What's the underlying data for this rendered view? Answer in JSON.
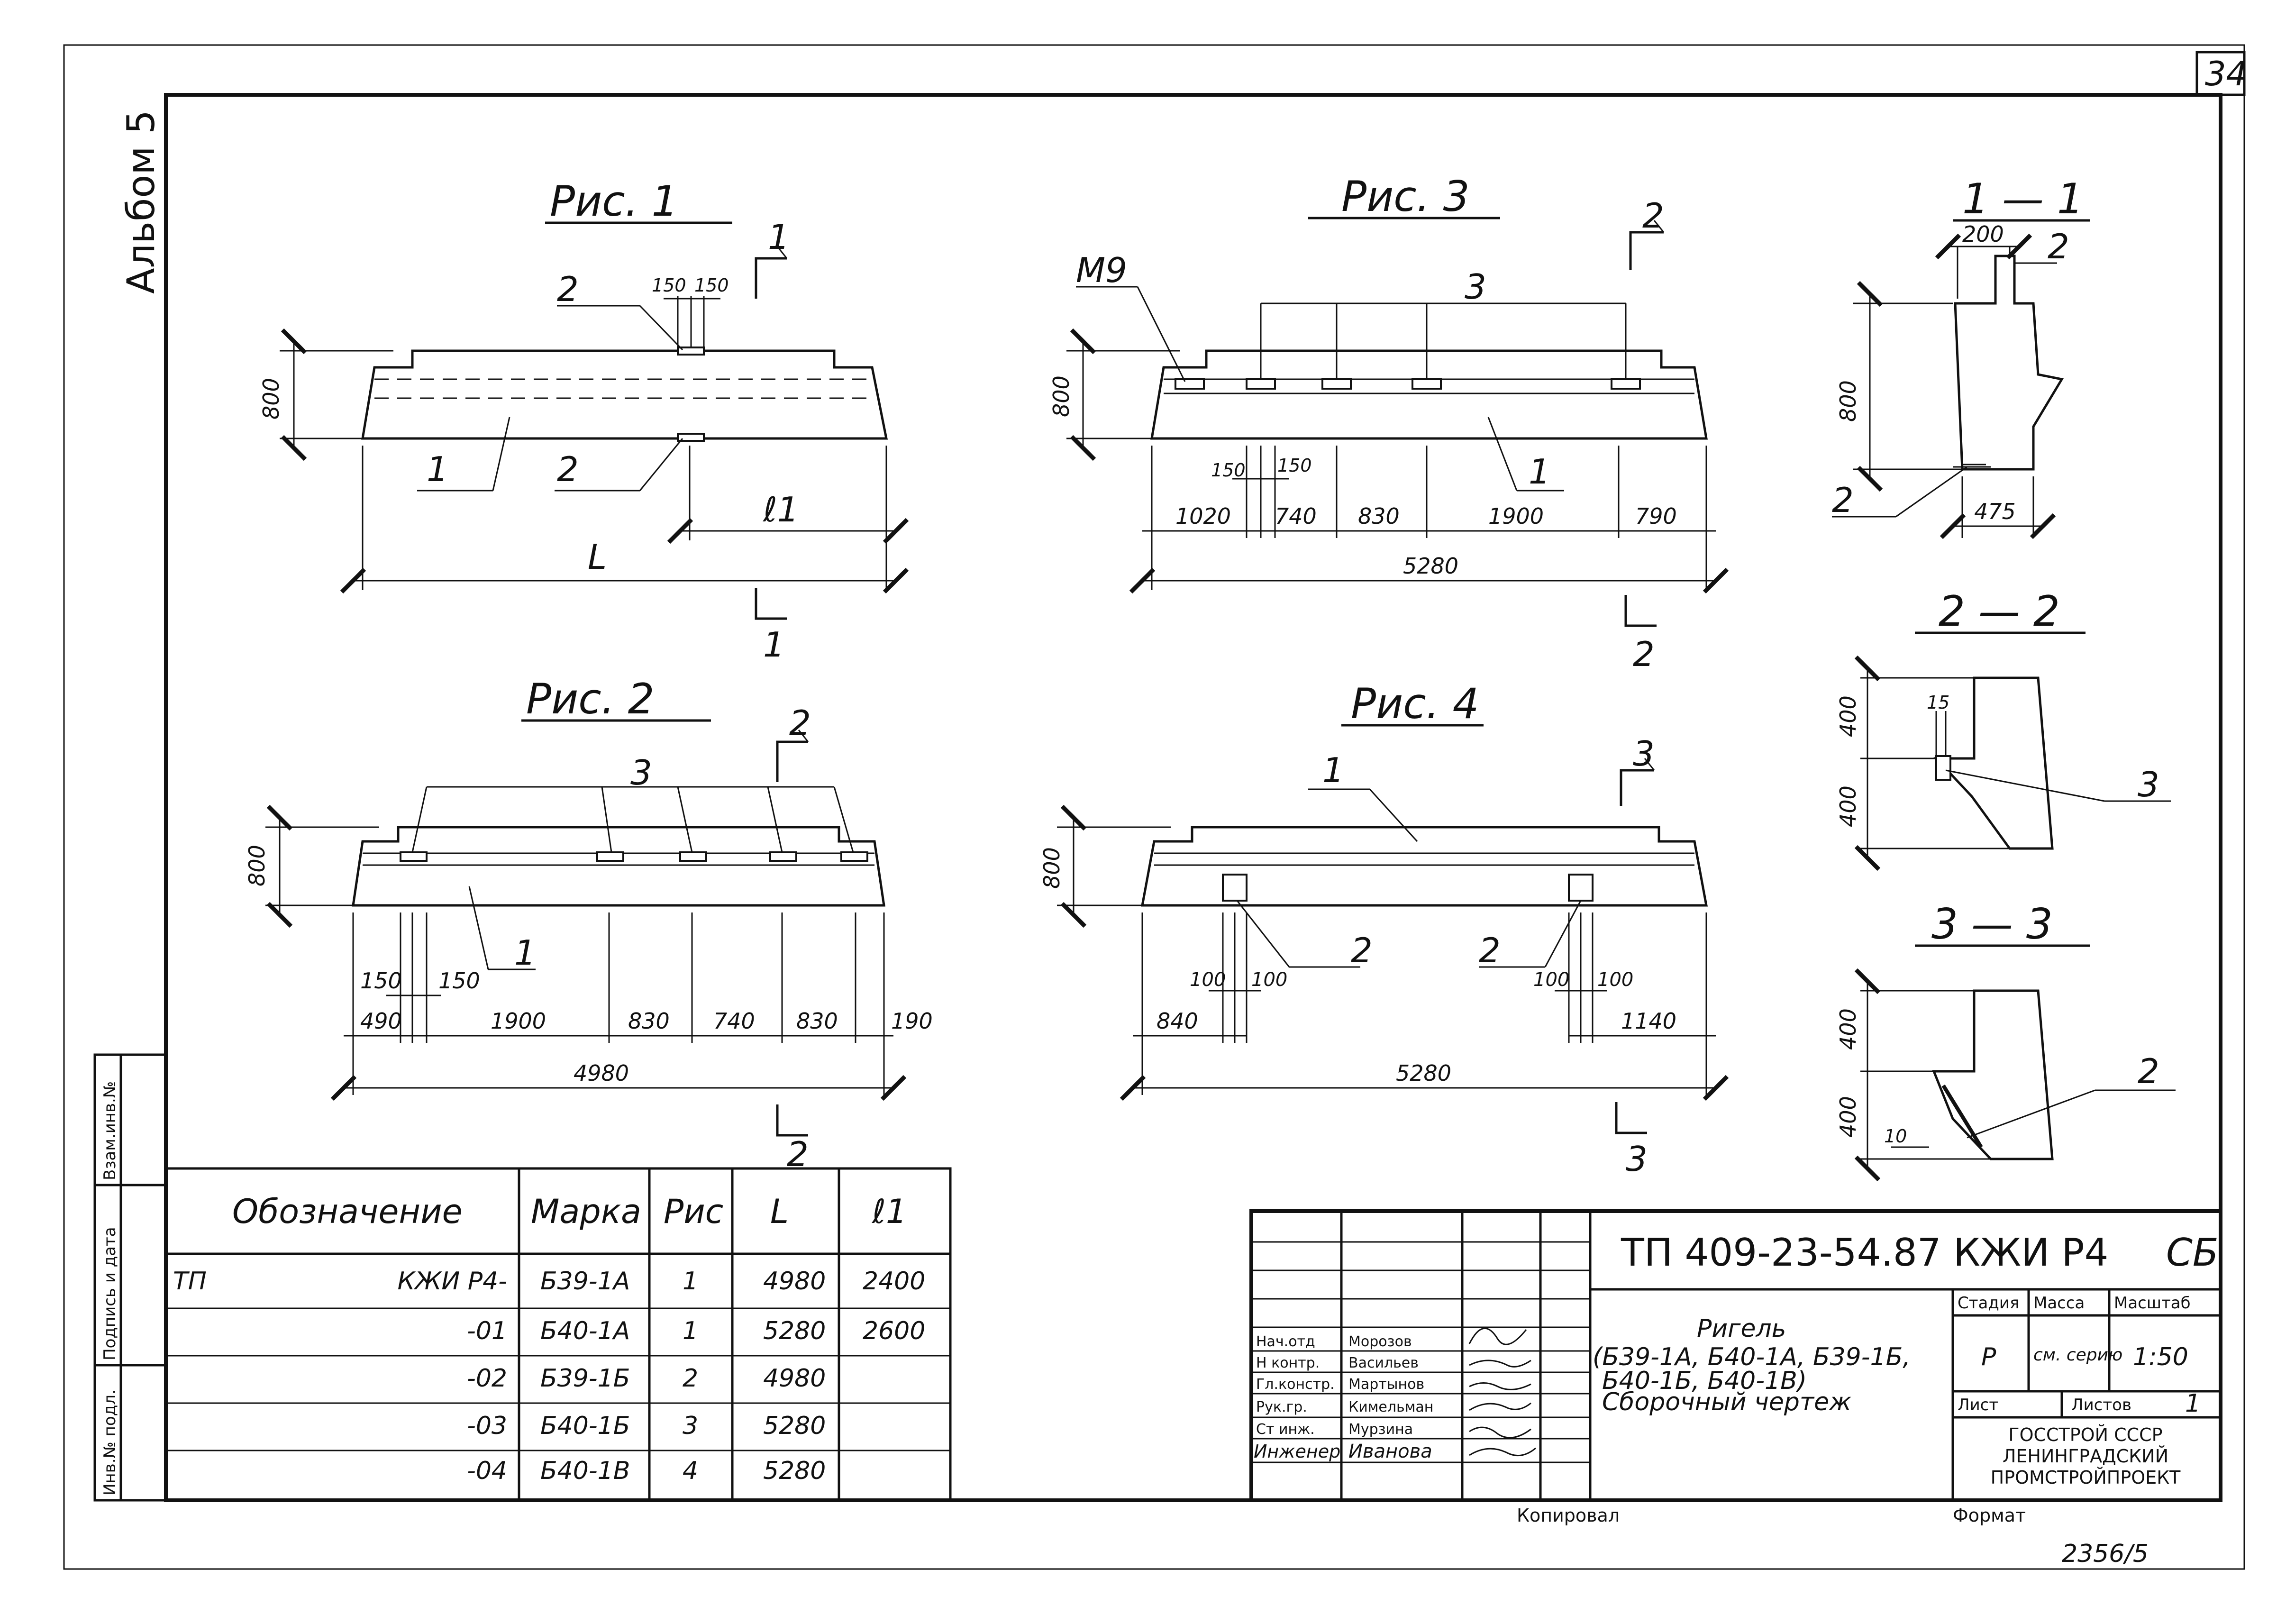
{
  "sheet": {
    "sheet_number": "34",
    "album": "Альбом 5",
    "inventory_number": "2356/5",
    "copied_label": "Копировал",
    "format_label": "Формат",
    "side_stamp": [
      "Инв.№ подл.",
      "Подпись и дата",
      "Взам.инв.№"
    ]
  },
  "figures": {
    "fig1": {
      "title": "Рис. 1",
      "section_mark": "1",
      "height": "800",
      "dims": {
        "a": "150",
        "b": "150",
        "l1": "ℓ1",
        "L": "L"
      },
      "callouts": {
        "part1": "1",
        "part2_top": "2",
        "part2_bottom": "2"
      }
    },
    "fig2": {
      "title": "Рис. 2",
      "section_mark": "2",
      "height": "800",
      "callout_top": "3",
      "callout_body": "1",
      "small_dims": [
        "150",
        "150"
      ],
      "chain_dims": [
        "490",
        "1900",
        "830",
        "740",
        "830",
        "190"
      ],
      "total": "4980"
    },
    "fig3": {
      "title": "Рис. 3",
      "section_mark": "2",
      "height": "800",
      "embed_label": "М9",
      "callout_top": "3",
      "callout_body": "1",
      "small_dims": [
        "150",
        "150"
      ],
      "chain_dims": [
        "1020",
        "740",
        "830",
        "1900",
        "790"
      ],
      "total": "5280"
    },
    "fig4": {
      "title": "Рис. 4",
      "section_mark": "3",
      "height": "800",
      "callout_body": "1",
      "callout_left": "2",
      "callout_right": "2",
      "small_dims_left": [
        "100",
        "100"
      ],
      "small_dims_right": [
        "100",
        "100"
      ],
      "chain_left": "840",
      "chain_right": "1140",
      "total": "5280"
    }
  },
  "sections": {
    "s11": {
      "title": "1 — 1",
      "top_width": "200",
      "height": "800",
      "bottom_width": "475",
      "callout_top": "2",
      "callout_bottom": "2"
    },
    "s22": {
      "title": "2 — 2",
      "h_top": "400",
      "h_bottom": "400",
      "gap": "15",
      "callout": "3"
    },
    "s33": {
      "title": "3 — 3",
      "h_top": "400",
      "h_bottom": "400",
      "gap": "10",
      "callout": "2"
    }
  },
  "spec_table": {
    "headers": [
      "Обозначение",
      "Марка",
      "Рис",
      "L",
      "ℓ1"
    ],
    "prefix": "ТП",
    "rows": [
      {
        "designation": "КЖИ Р4-",
        "mark": "Б39-1А",
        "fig": "1",
        "L": "4980",
        "l1": "2400"
      },
      {
        "designation": "-01",
        "mark": "Б40-1А",
        "fig": "1",
        "L": "5280",
        "l1": "2600"
      },
      {
        "designation": "-02",
        "mark": "Б39-1Б",
        "fig": "2",
        "L": "4980",
        "l1": ""
      },
      {
        "designation": "-03",
        "mark": "Б40-1Б",
        "fig": "3",
        "L": "5280",
        "l1": ""
      },
      {
        "designation": "-04",
        "mark": "Б40-1В",
        "fig": "4",
        "L": "5280",
        "l1": ""
      }
    ]
  },
  "title_block": {
    "code": "ТП 409-23-54.87 КЖИ Р4",
    "suffix": "СБ",
    "name_lines": [
      "Ригель",
      "(Б39-1А, Б40-1А, Б39-1Б,",
      "Б40-1Б, Б40-1В)",
      "Сборочный чертеж"
    ],
    "stage_label": "Стадия",
    "mass_label": "Масса",
    "scale_label": "Масштаб",
    "stage": "Р",
    "mass": "см. серию",
    "scale": "1:50",
    "sheet_label": "Лист",
    "sheets_label": "Листов",
    "sheets": "1",
    "org_lines": [
      "ГОССТРОЙ СССР",
      "ЛЕНИНГРАДСКИЙ",
      "ПРОМСТРОЙПРОЕКТ"
    ],
    "people": [
      {
        "role": "Нач.отд",
        "name": "Морозов"
      },
      {
        "role": "Н контр.",
        "name": "Васильев"
      },
      {
        "role": "Гл.констр.",
        "name": "Мартынов"
      },
      {
        "role": "Рук.гр.",
        "name": "Кимельман"
      },
      {
        "role": "Ст инж.",
        "name": "Мурзина"
      },
      {
        "role": "Инженер",
        "name": "Иванова"
      }
    ]
  }
}
